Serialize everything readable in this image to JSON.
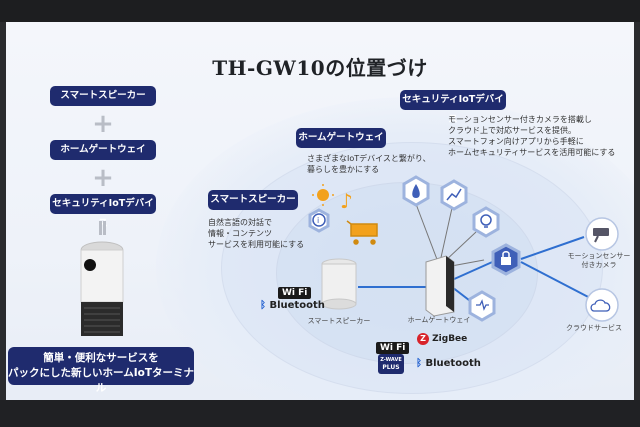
{
  "slide": {
    "title": "TH-GW10の位置づけ",
    "left_stack": {
      "item1": "スマートスピーカー",
      "item2": "ホームゲートウェイ",
      "item3": "セキュリティIoTデバイス",
      "plus_symbol": "+",
      "banner_line1": "簡単・便利なサービスを",
      "banner_line2": "パックにした新しいホームIoTターミナル"
    },
    "security_section": {
      "label": "セキュリティIoTデバイス",
      "desc": "モーションセンサー付きカメラを搭載し\nクラウド上で対応サービスを提供。\nスマートフォン向けアプリから手軽に\nホームセキュリティサービスを活用可能にする"
    },
    "gateway_section": {
      "label": "ホームゲートウェイ",
      "desc": "さまざまなIoTデバイスと繋がり、\n暮らしを豊かにする"
    },
    "speaker_section": {
      "label": "スマートスピーカー",
      "desc": "自然言語の対話で\n情報・コンテンツ\nサービスを利用可能にする"
    },
    "captions": {
      "smart_speaker": "スマートスピーカー",
      "home_gateway": "ホームゲートウェイ",
      "motion_camera": "モーションセンサー\n付きカメラ",
      "cloud_service": "クラウドサービス"
    },
    "logos": {
      "wifi_text": "Wi Fi",
      "bluetooth": "Bluetooth",
      "zigbee": "ZigBee",
      "zwave": "Z-WAVE",
      "zwave_plus": "PLUS"
    },
    "colors": {
      "navy": "#1f2b6e",
      "hex_fill": "#3f5fb8",
      "line_blue": "#2f6fd0"
    }
  }
}
